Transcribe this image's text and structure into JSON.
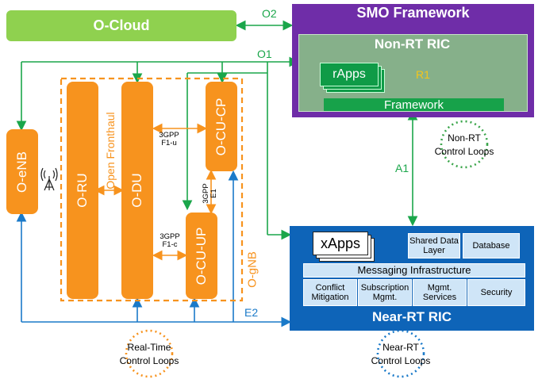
{
  "ocloud": {
    "label": "O-Cloud"
  },
  "smo": {
    "title": "SMO Framework",
    "nonrt_title": "Non-RT RIC",
    "rapps": "rApps",
    "r1": "R1",
    "framework": "Framework"
  },
  "interfaces": {
    "o2": "O2",
    "o1": "O1",
    "a1": "A1",
    "e2": "E2"
  },
  "nodes": {
    "oenb": "O-eNB",
    "oru": "O-RU",
    "open_fronthaul": "Open Fronthaul",
    "odu": "O-DU",
    "ocucp": "O-CU-CP",
    "ocuup": "O-CU-UP",
    "ognb": "O-gNB"
  },
  "links": {
    "f1u_a": "3GPP",
    "f1u_b": "F1-u",
    "f1c_a": "3GPP",
    "f1c_b": "F1-c",
    "e1_a": "3GPP",
    "e1_b": "E1"
  },
  "nearrt": {
    "title": "Near-RT RIC",
    "xapps": "xApps",
    "shared_data_layer": "Shared Data Layer",
    "database": "Database",
    "messaging": "Messaging Infrastructure",
    "conflict": "Conflict Mitigation",
    "subscription": "Subscription Mgmt.",
    "mgmt_services": "Mgmt. Services",
    "security": "Security"
  },
  "loops": {
    "nonrt_1": "Non-RT",
    "nonrt_2": "Control Loops",
    "nearrt_1": "Near-RT",
    "nearrt_2": "Control Loops",
    "realtime_1": "Real-Time",
    "realtime_2": "Control Loops"
  },
  "colors": {
    "green": "#1aa64a",
    "blue": "#1a7ac9",
    "orange": "#f7931e",
    "purple": "#6f2da8",
    "navy": "#0e64b8"
  }
}
